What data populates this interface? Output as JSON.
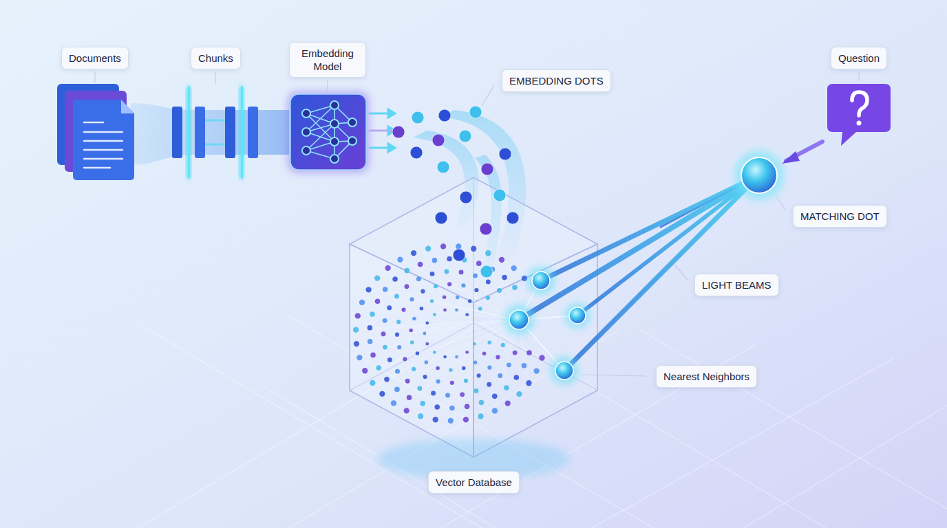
{
  "diagram": {
    "nodes": [
      {
        "text": [
          "Documents"
        ]
      },
      {
        "text": [
          "Chunks"
        ]
      },
      {
        "text": [
          "Embedding Model"
        ]
      },
      {
        "text": [
          "EMBEDDING DOTS"
        ]
      },
      {
        "text": [
          "Question"
        ]
      },
      {
        "text": [
          "MATCHING DOT"
        ]
      },
      {
        "text": [
          "LIGHT BEAMS"
        ]
      },
      {
        "text": [
          "Nearest Neighbors"
        ]
      },
      {
        "text": [
          "Vector Database"
        ]
      }
    ]
  }
}
